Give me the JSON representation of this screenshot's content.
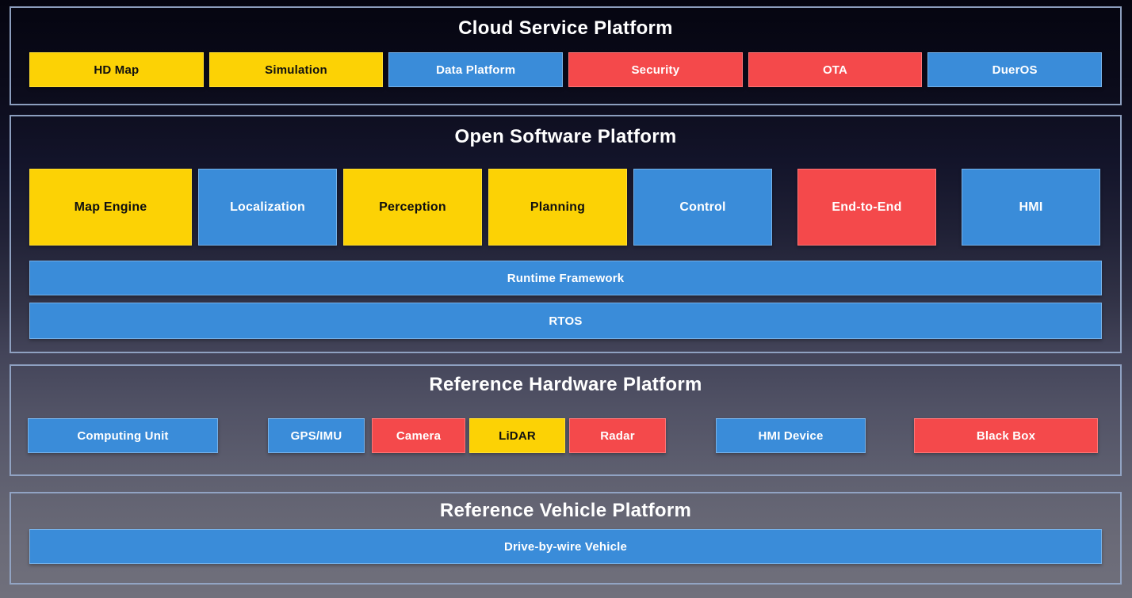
{
  "palette": {
    "yellow": "#fcd205",
    "blue": "#3a8cd9",
    "red": "#f4494b",
    "section_border": "#94a6c7",
    "title_color": "#ffffff",
    "background_top": "#050510",
    "background_bottom": "#70707c"
  },
  "sections": [
    {
      "title": "Cloud Service Platform",
      "boxes": [
        {
          "label": "HD Map",
          "color": "yellow"
        },
        {
          "label": "Simulation",
          "color": "yellow"
        },
        {
          "label": "Data Platform",
          "color": "blue"
        },
        {
          "label": "Security",
          "color": "red"
        },
        {
          "label": "OTA",
          "color": "red"
        },
        {
          "label": "DuerOS",
          "color": "blue"
        }
      ]
    },
    {
      "title": "Open Software Platform",
      "boxes": [
        {
          "label": "Map Engine",
          "color": "yellow"
        },
        {
          "label": "Localization",
          "color": "blue"
        },
        {
          "label": "Perception",
          "color": "yellow"
        },
        {
          "label": "Planning",
          "color": "yellow"
        },
        {
          "label": "Control",
          "color": "blue"
        },
        {
          "label": "End-to-End",
          "color": "red"
        },
        {
          "label": "HMI",
          "color": "blue"
        }
      ],
      "bars": [
        {
          "label": "Runtime Framework",
          "color": "blue"
        },
        {
          "label": "RTOS",
          "color": "blue"
        }
      ]
    },
    {
      "title": "Reference Hardware Platform",
      "boxes": [
        {
          "label": "Computing Unit",
          "color": "blue"
        },
        {
          "label": "GPS/IMU",
          "color": "blue"
        },
        {
          "label": "Camera",
          "color": "red"
        },
        {
          "label": "LiDAR",
          "color": "yellow"
        },
        {
          "label": "Radar",
          "color": "red"
        },
        {
          "label": "HMI Device",
          "color": "blue"
        },
        {
          "label": "Black Box",
          "color": "red"
        }
      ]
    },
    {
      "title": "Reference Vehicle Platform",
      "bars": [
        {
          "label": "Drive-by-wire Vehicle",
          "color": "blue"
        }
      ]
    }
  ]
}
